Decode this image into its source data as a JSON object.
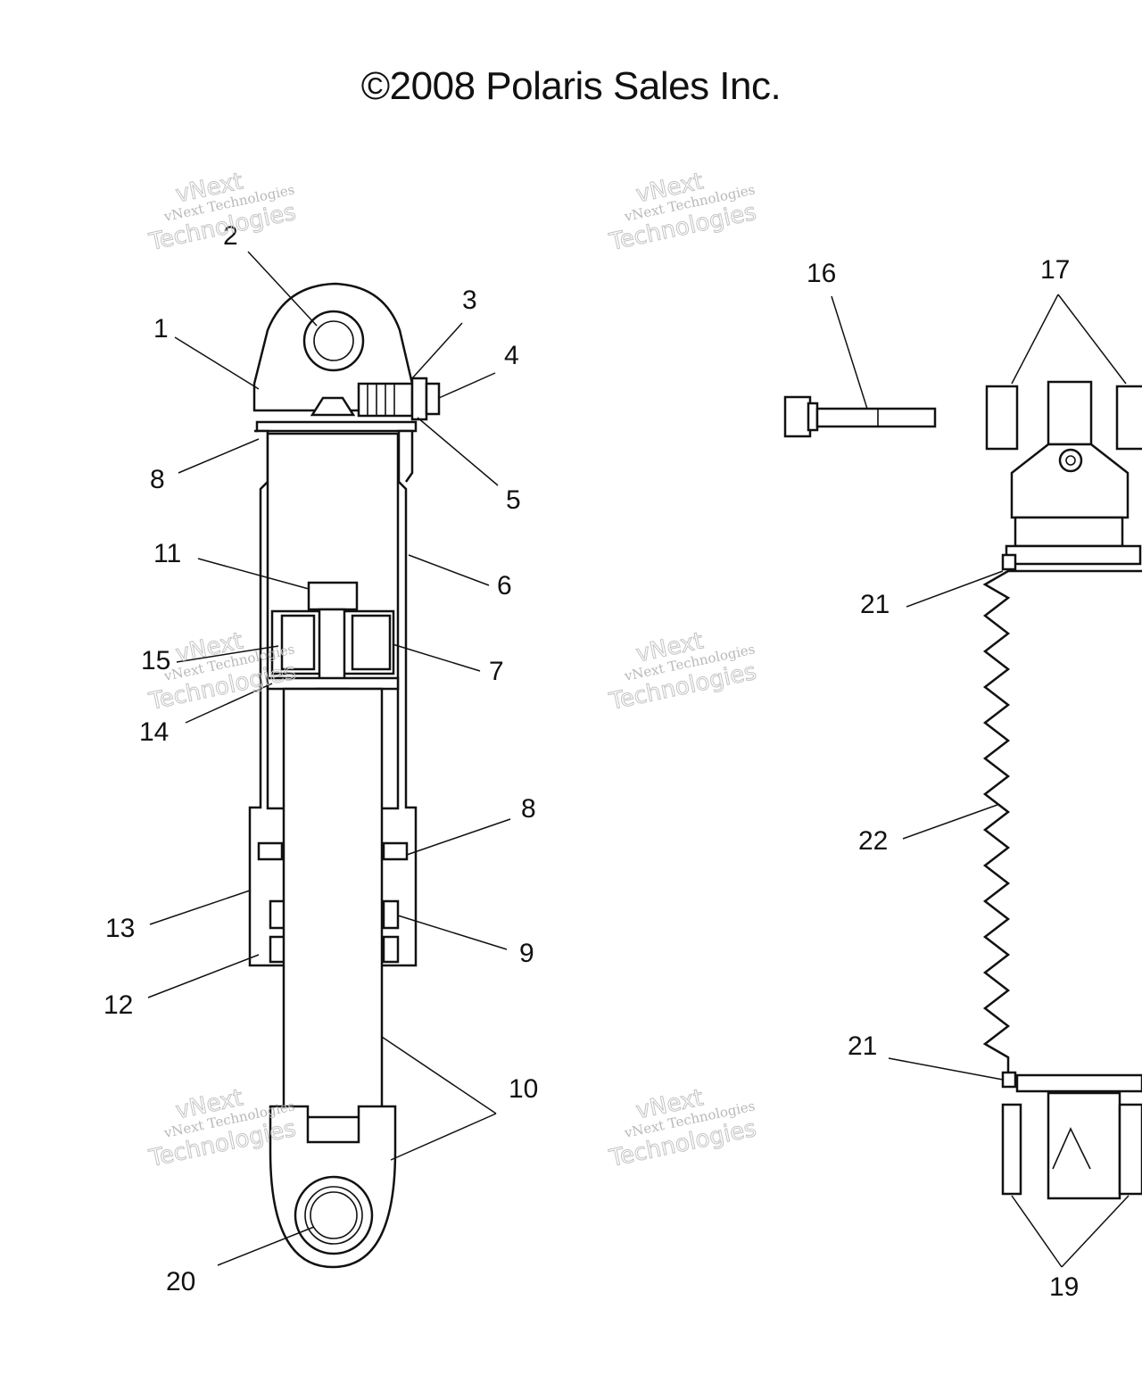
{
  "header": {
    "copyright": "©2008 Polaris Sales Inc."
  },
  "watermark": {
    "line1": "vNext Technologies",
    "line2": "Technologies",
    "line3": "vNext"
  },
  "callouts": {
    "c1": "1",
    "c2": "2",
    "c3": "3",
    "c4": "4",
    "c5": "5",
    "c6": "6",
    "c7": "7",
    "c8a": "8",
    "c8b": "8",
    "c9": "9",
    "c10": "10",
    "c11": "11",
    "c12": "12",
    "c13": "13",
    "c14": "14",
    "c15": "15",
    "c16": "16",
    "c17": "17",
    "c19": "19",
    "c20": "20",
    "c21a": "21",
    "c21b": "21",
    "c22": "22"
  }
}
